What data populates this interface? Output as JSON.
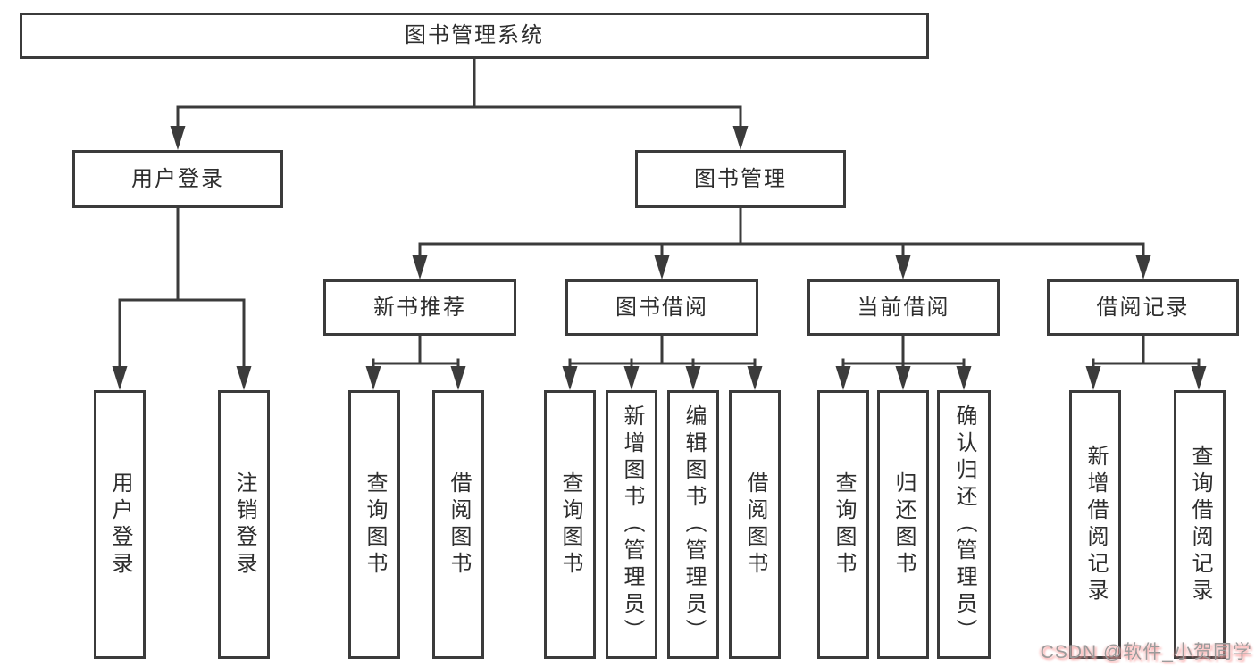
{
  "diagram": {
    "root": {
      "label": "图书管理系统"
    },
    "branches": [
      {
        "id": "user-login",
        "label": "用户登录",
        "children": [
          {
            "label": "用户登录"
          },
          {
            "label": "注销登录"
          }
        ]
      },
      {
        "id": "book-management",
        "label": "图书管理",
        "groups": [
          {
            "id": "new-book-recommend",
            "label": "新书推荐",
            "children": [
              {
                "label": "查询图书"
              },
              {
                "label": "借阅图书"
              }
            ]
          },
          {
            "id": "book-borrowing",
            "label": "图书借阅",
            "children": [
              {
                "label": "查询图书"
              },
              {
                "label": "新增图书（管理员）"
              },
              {
                "label": "编辑图书（管理员）"
              },
              {
                "label": "借阅图书"
              }
            ]
          },
          {
            "id": "current-borrowing",
            "label": "当前借阅",
            "children": [
              {
                "label": "查询图书"
              },
              {
                "label": "归还图书"
              },
              {
                "label": "确认归还（管理员）"
              }
            ]
          },
          {
            "id": "borrow-records",
            "label": "借阅记录",
            "children": [
              {
                "label": "新增借阅记录"
              },
              {
                "label": "查询借阅记录"
              }
            ]
          }
        ]
      }
    ],
    "watermark": "CSDN @软件_小贺同学",
    "colors": {
      "line": "#3b3b3b",
      "box_border": "#3b3b3b",
      "text": "#2e2e2e",
      "background": "#ffffff",
      "watermark": "#9b9b9b",
      "watermark_glow": "#f8a3a3"
    }
  }
}
